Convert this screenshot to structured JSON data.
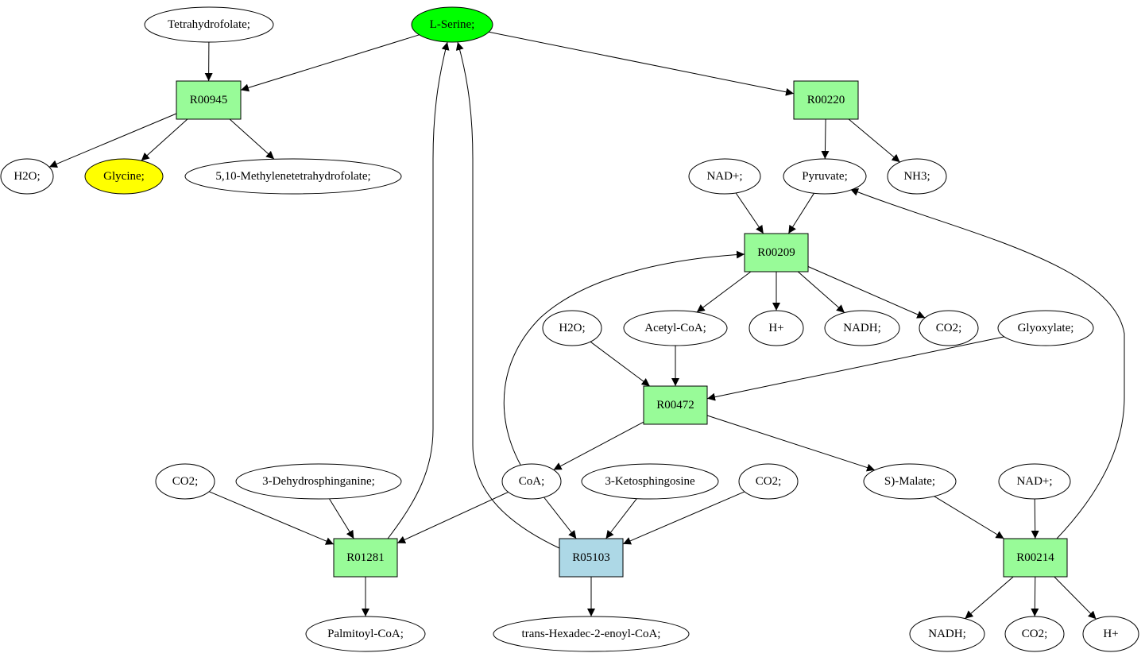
{
  "colors": {
    "reaction": "#98fb98",
    "reaction_highlight": "#add8e6",
    "source_compound": "#00ff00",
    "target_compound": "#ffff00",
    "compound": "#ffffff",
    "stroke": "#000000"
  },
  "nodes": [
    {
      "id": "tetrahydrofolate",
      "kind": "compound",
      "label": "Tetrahydrofolate;"
    },
    {
      "id": "l-serine",
      "kind": "compound",
      "label": "L-Serine;",
      "fill": "source_compound"
    },
    {
      "id": "r00945",
      "kind": "reaction",
      "label": "R00945"
    },
    {
      "id": "r00220",
      "kind": "reaction",
      "label": "R00220"
    },
    {
      "id": "h2o-1",
      "kind": "compound",
      "label": "H2O;"
    },
    {
      "id": "glycine",
      "kind": "compound",
      "label": "Glycine;",
      "fill": "target_compound"
    },
    {
      "id": "methylenethf",
      "kind": "compound",
      "label": "5,10-Methylenetetrahydrofolate;"
    },
    {
      "id": "nadplus-1",
      "kind": "compound",
      "label": "NAD+;"
    },
    {
      "id": "pyruvate",
      "kind": "compound",
      "label": "Pyruvate;"
    },
    {
      "id": "nh3",
      "kind": "compound",
      "label": "NH3;"
    },
    {
      "id": "r00209",
      "kind": "reaction",
      "label": "R00209"
    },
    {
      "id": "h2o-2",
      "kind": "compound",
      "label": "H2O;"
    },
    {
      "id": "acetyl-coa",
      "kind": "compound",
      "label": "Acetyl-CoA;"
    },
    {
      "id": "hplus-1",
      "kind": "compound",
      "label": "H+"
    },
    {
      "id": "nadh-1",
      "kind": "compound",
      "label": "NADH;"
    },
    {
      "id": "co2-1",
      "kind": "compound",
      "label": "CO2;"
    },
    {
      "id": "glyoxylate",
      "kind": "compound",
      "label": "Glyoxylate;"
    },
    {
      "id": "r00472",
      "kind": "reaction",
      "label": "R00472"
    },
    {
      "id": "co2-2",
      "kind": "compound",
      "label": "CO2;"
    },
    {
      "id": "dehydrosphinganine",
      "kind": "compound",
      "label": "3-Dehydrosphinganine;"
    },
    {
      "id": "coa",
      "kind": "compound",
      "label": "CoA;"
    },
    {
      "id": "ketosphingosine",
      "kind": "compound",
      "label": "3-Ketosphingosine"
    },
    {
      "id": "co2-3",
      "kind": "compound",
      "label": "CO2;"
    },
    {
      "id": "s-malate",
      "kind": "compound",
      "label": "S)-Malate;"
    },
    {
      "id": "nadplus-2",
      "kind": "compound",
      "label": "NAD+;"
    },
    {
      "id": "r01281",
      "kind": "reaction",
      "label": "R01281"
    },
    {
      "id": "r05103",
      "kind": "reaction",
      "label": "R05103",
      "fill": "reaction_highlight"
    },
    {
      "id": "r00214",
      "kind": "reaction",
      "label": "R00214"
    },
    {
      "id": "palmitoyl-coa",
      "kind": "compound",
      "label": "Palmitoyl-CoA;"
    },
    {
      "id": "hexadecenoyl-coa",
      "kind": "compound",
      "label": "trans-Hexadec-2-enoyl-CoA;"
    },
    {
      "id": "nadh-2",
      "kind": "compound",
      "label": "NADH;"
    },
    {
      "id": "co2-4",
      "kind": "compound",
      "label": "CO2;"
    },
    {
      "id": "hplus-2",
      "kind": "compound",
      "label": "H+"
    }
  ],
  "edges": [
    {
      "from": "tetrahydrofolate",
      "to": "r00945"
    },
    {
      "from": "l-serine",
      "to": "r00945"
    },
    {
      "from": "l-serine",
      "to": "r00220"
    },
    {
      "from": "r00945",
      "to": "h2o-1"
    },
    {
      "from": "r00945",
      "to": "glycine"
    },
    {
      "from": "r00945",
      "to": "methylenethf"
    },
    {
      "from": "r00220",
      "to": "pyruvate"
    },
    {
      "from": "r00220",
      "to": "nh3"
    },
    {
      "from": "nadplus-1",
      "to": "r00209"
    },
    {
      "from": "pyruvate",
      "to": "r00209"
    },
    {
      "from": "r00209",
      "to": "acetyl-coa"
    },
    {
      "from": "r00209",
      "to": "hplus-1"
    },
    {
      "from": "r00209",
      "to": "nadh-1"
    },
    {
      "from": "r00209",
      "to": "co2-1"
    },
    {
      "from": "h2o-2",
      "to": "r00472"
    },
    {
      "from": "acetyl-coa",
      "to": "r00472"
    },
    {
      "from": "glyoxylate",
      "to": "r00472"
    },
    {
      "from": "r00472",
      "to": "coa"
    },
    {
      "from": "r00472",
      "to": "s-malate"
    },
    {
      "from": "coa",
      "to": "r00209"
    },
    {
      "from": "co2-2",
      "to": "r01281"
    },
    {
      "from": "dehydrosphinganine",
      "to": "r01281"
    },
    {
      "from": "coa",
      "to": "r01281"
    },
    {
      "from": "coa",
      "to": "r05103"
    },
    {
      "from": "ketosphingosine",
      "to": "r05103"
    },
    {
      "from": "co2-3",
      "to": "r05103"
    },
    {
      "from": "s-malate",
      "to": "r00214"
    },
    {
      "from": "nadplus-2",
      "to": "r00214"
    },
    {
      "from": "r01281",
      "to": "l-serine"
    },
    {
      "from": "r05103",
      "to": "l-serine"
    },
    {
      "from": "r00214",
      "to": "pyruvate"
    },
    {
      "from": "r01281",
      "to": "palmitoyl-coa"
    },
    {
      "from": "r05103",
      "to": "hexadecenoyl-coa"
    },
    {
      "from": "r00214",
      "to": "nadh-2"
    },
    {
      "from": "r00214",
      "to": "co2-4"
    },
    {
      "from": "r00214",
      "to": "hplus-2"
    }
  ]
}
